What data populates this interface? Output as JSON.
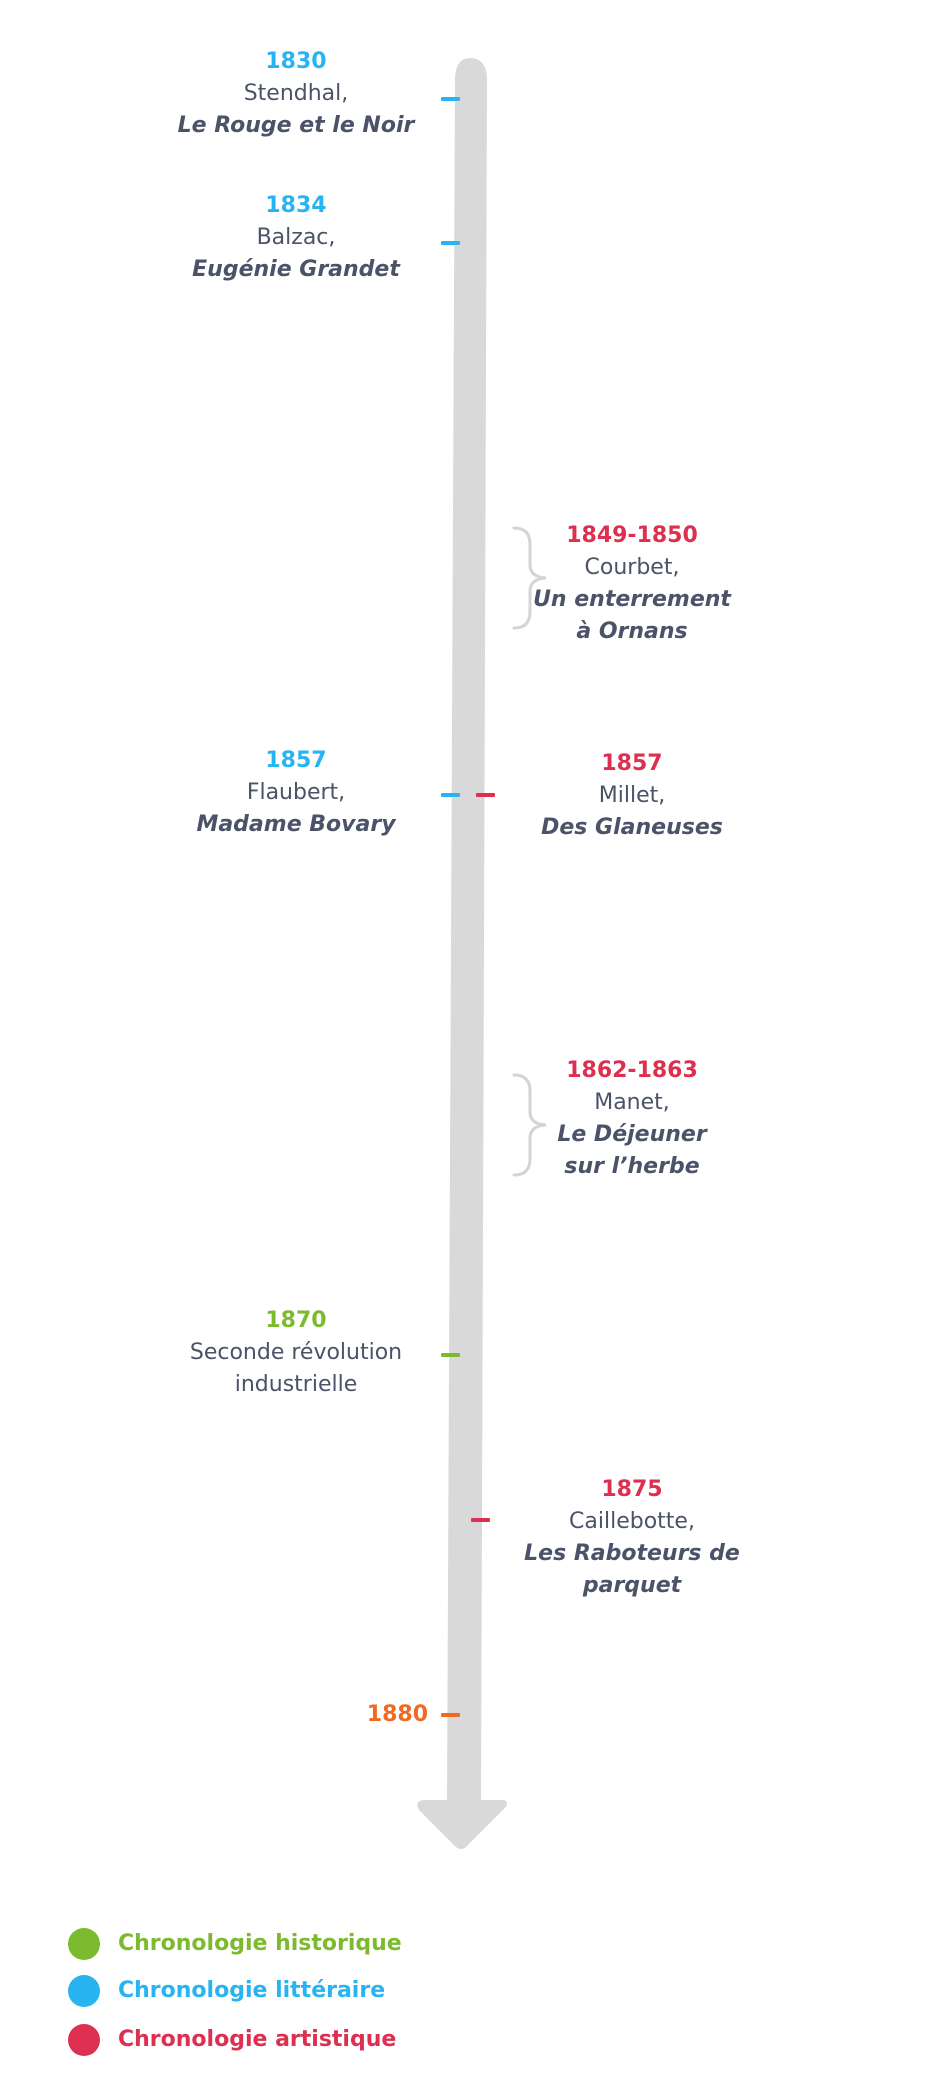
{
  "colors": {
    "historique": "#7dbb2e",
    "litteraire": "#27b4f0",
    "artistique": "#dd2f50",
    "end": "#f06a22",
    "axis": "#d9d9d9",
    "text": "#4b5368"
  },
  "events": [
    {
      "year": "1830",
      "line1": "Stendhal,",
      "line2": "Le Rouge et le Noir",
      "line3": "",
      "category": "litteraire"
    },
    {
      "year": "1834",
      "line1": "Balzac,",
      "line2": "Eugénie Grandet",
      "line3": "",
      "category": "litteraire"
    },
    {
      "year": "1849-1850",
      "line1": "Courbet,",
      "line2": "Un enterrement",
      "line3": "à Ornans",
      "category": "artistique"
    },
    {
      "year": "1857",
      "line1": "Flaubert,",
      "line2": "Madame Bovary",
      "line3": "",
      "category": "litteraire"
    },
    {
      "year": "1857",
      "line1": "Millet,",
      "line2": "Des Glaneuses",
      "line3": "",
      "category": "artistique"
    },
    {
      "year": "1862-1863",
      "line1": "Manet,",
      "line2": "Le Déjeuner",
      "line3": "sur l’herbe",
      "category": "artistique"
    },
    {
      "year": "1870",
      "line1": "Seconde révolution",
      "line2": "industrielle",
      "line3": "",
      "category": "historique"
    },
    {
      "year": "1875",
      "line1": "Caillebotte,",
      "line2": "Les Raboteurs de",
      "line3": "parquet",
      "category": "artistique"
    }
  ],
  "end_year": "1880",
  "legend": [
    {
      "label": "Chronologie historique",
      "category": "historique"
    },
    {
      "label": "Chronologie littéraire",
      "category": "litteraire"
    },
    {
      "label": "Chronologie artistique",
      "category": "artistique"
    }
  ]
}
